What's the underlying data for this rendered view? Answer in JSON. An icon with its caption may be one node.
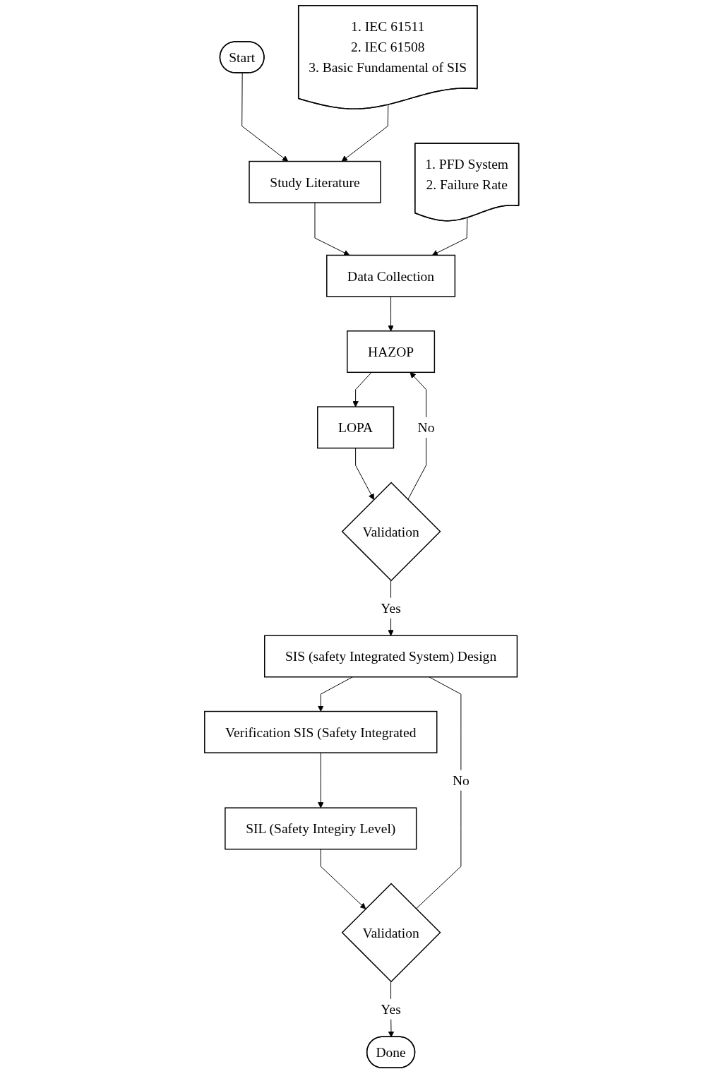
{
  "diagram": {
    "nodes": [
      {
        "text": [
          "Start"
        ]
      },
      {
        "text": [
          "Study Literature"
        ]
      },
      {
        "text": [
          "1. IEC 61511",
          "2. IEC 61508",
          "3. Basic Fundamental of SIS"
        ]
      },
      {
        "text": [
          "1. PFD System",
          "2. Failure Rate"
        ]
      },
      {
        "text": [
          "Data Collection"
        ]
      },
      {
        "text": [
          "HAZOP"
        ]
      },
      {
        "text": [
          "LOPA"
        ]
      },
      {
        "text": [
          "Validation"
        ]
      },
      {
        "text": [
          "SIS (safety Integrated System) Design"
        ]
      },
      {
        "text": [
          "Verification SIS (Safety Integrated"
        ]
      },
      {
        "text": [
          "SIL (Safety Integiry Level)"
        ]
      },
      {
        "text": [
          "Validation"
        ]
      },
      {
        "text": [
          "Done"
        ]
      }
    ],
    "edges": [
      {
        "from": 0,
        "to": 1,
        "arrow": "to"
      },
      {
        "from": 2,
        "to": 1,
        "arrow": "to"
      },
      {
        "from": 1,
        "to": 4,
        "arrow": "to"
      },
      {
        "from": 3,
        "to": 4,
        "arrow": "to"
      },
      {
        "from": 4,
        "to": 5,
        "arrow": "to"
      },
      {
        "from": 5,
        "to": 6,
        "arrow": "to"
      },
      {
        "from": 6,
        "to": 7,
        "arrow": "to"
      },
      {
        "from": 7,
        "to": 5,
        "label": "No",
        "arrow": "to"
      },
      {
        "from": 7,
        "to": 8,
        "label": "Yes",
        "arrow": "to"
      },
      {
        "from": 8,
        "to": 9,
        "arrow": "to"
      },
      {
        "from": 9,
        "to": 10,
        "arrow": "to"
      },
      {
        "from": 10,
        "to": 11,
        "arrow": "to"
      },
      {
        "from": 11,
        "to": 8,
        "label": "No",
        "arrow": "none"
      },
      {
        "from": 11,
        "to": 12,
        "label": "Yes",
        "arrow": "to"
      }
    ]
  }
}
